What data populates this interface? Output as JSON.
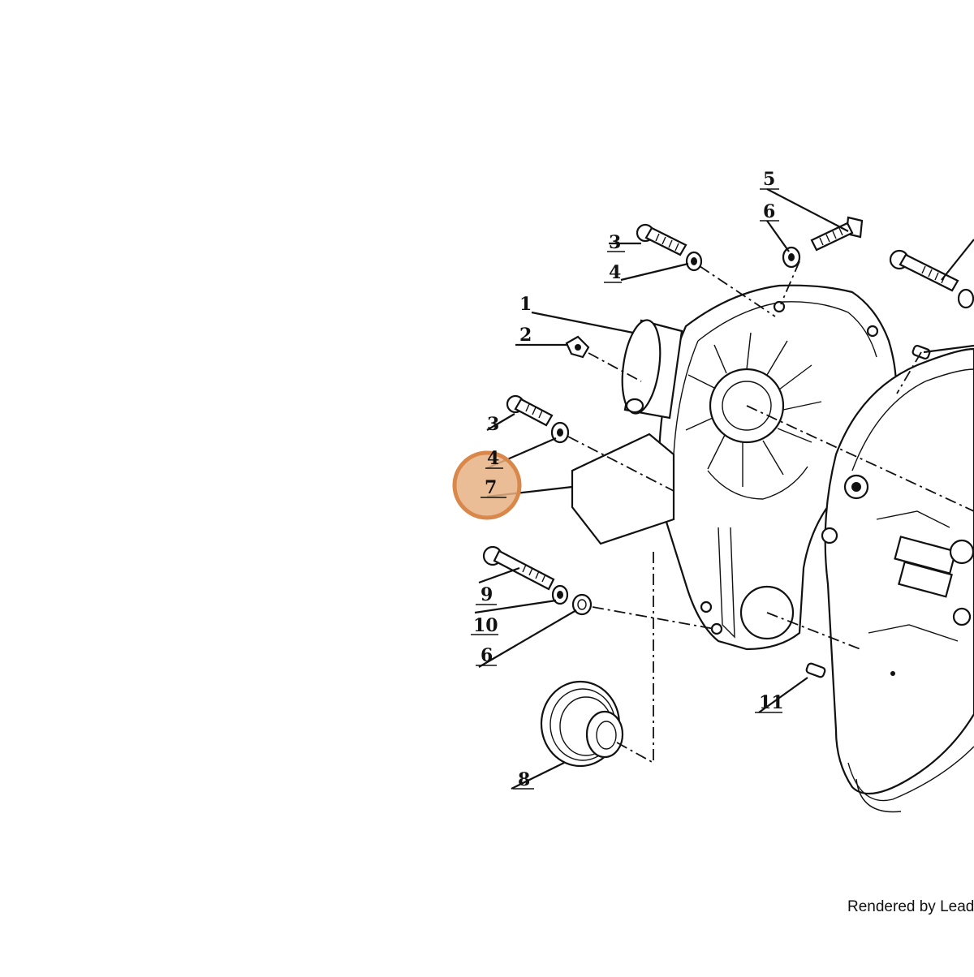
{
  "diagram": {
    "callouts": [
      {
        "id": "c1",
        "label": "1"
      },
      {
        "id": "c2",
        "label": "2"
      },
      {
        "id": "c3a",
        "label": "3"
      },
      {
        "id": "c4a",
        "label": "4"
      },
      {
        "id": "c3b",
        "label": "3"
      },
      {
        "id": "c4b",
        "label": "4"
      },
      {
        "id": "c5",
        "label": "5"
      },
      {
        "id": "c6a",
        "label": "6"
      },
      {
        "id": "c7",
        "label": "7"
      },
      {
        "id": "c9",
        "label": "9"
      },
      {
        "id": "c10",
        "label": "10"
      },
      {
        "id": "c6b",
        "label": "6"
      },
      {
        "id": "c8",
        "label": "8"
      },
      {
        "id": "c11",
        "label": "11"
      }
    ],
    "highlighted_callout": "7",
    "highlight_color": "#d9874a",
    "credit": "Rendered by LeadV"
  }
}
